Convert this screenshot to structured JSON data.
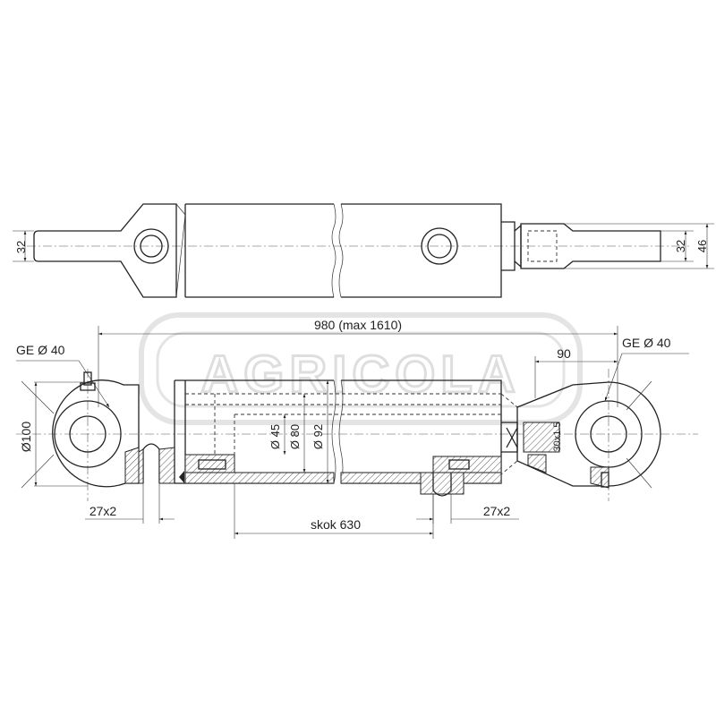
{
  "watermark": {
    "text": "AGRICOLA"
  },
  "top_view": {
    "dim_left_32": "32",
    "dim_right_32": "32",
    "dim_right_46": "46"
  },
  "section_view": {
    "overall_length": "980 (max 1610)",
    "left_bearing": "GE Ø 40",
    "right_bearing": "GE Ø 40",
    "dim_90": "90",
    "eye_diameter": "Ø100",
    "rod_diameter": "Ø 45",
    "bore_diameter": "Ø 80",
    "tube_diameter": "Ø 92",
    "thread_right": "30x1.5",
    "port_left": "27x2",
    "port_right": "27x2",
    "stroke": "skok 630"
  }
}
